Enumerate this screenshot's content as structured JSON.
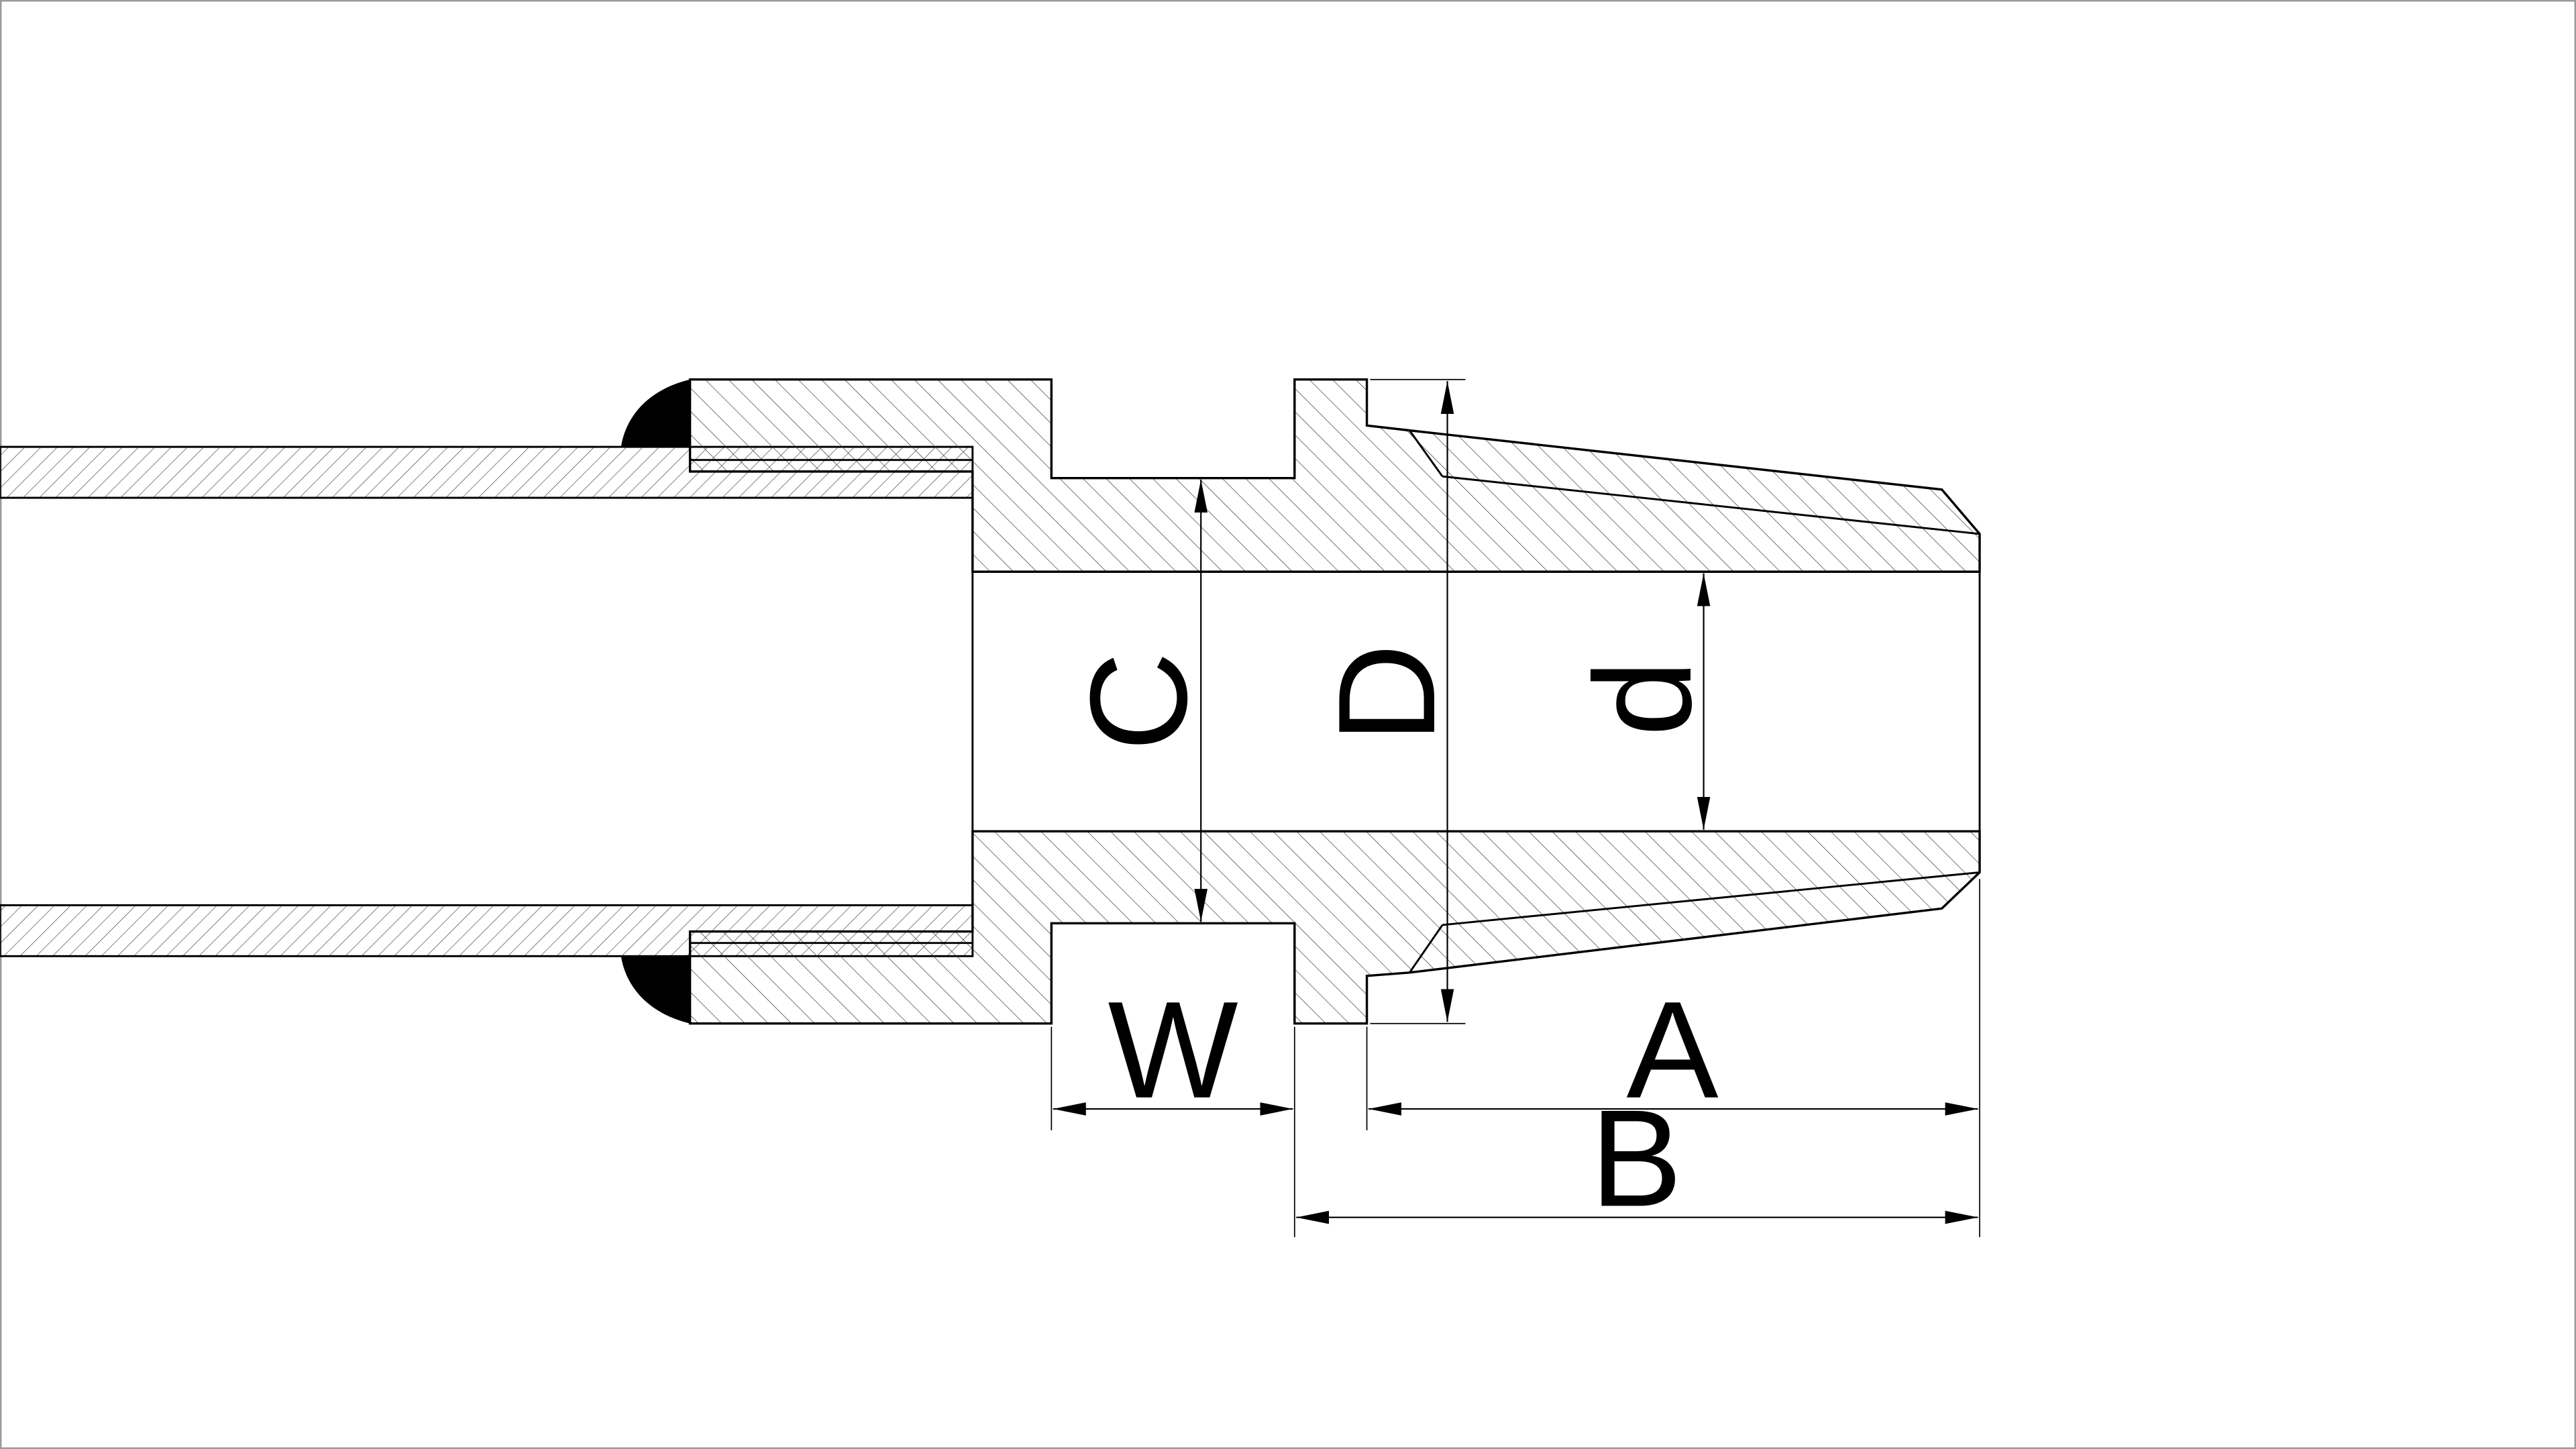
{
  "colors": {
    "background": "#ffffff",
    "border": "#9a9a9a",
    "outline": "#000000",
    "hatch": "#333333",
    "weld": "#000000",
    "dimension": "#000000"
  },
  "labels": {
    "W": "W",
    "A": "A",
    "B": "B",
    "C": "C",
    "D": "D",
    "d": "d"
  }
}
